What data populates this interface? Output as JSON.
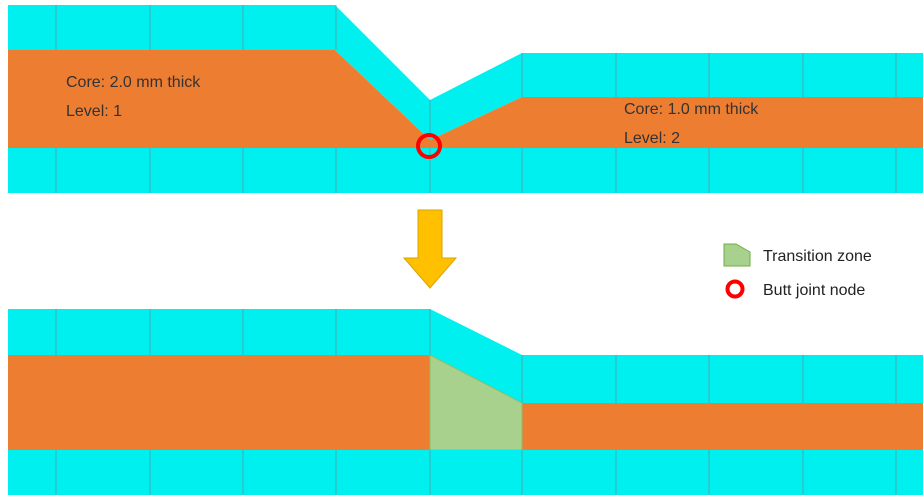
{
  "top_section": {
    "left_core": {
      "line1": "Core: 2.0 mm thick",
      "line2": "Level: 1"
    },
    "right_core": {
      "line1": "Core: 1.0 mm thick",
      "line2": "Level: 2"
    }
  },
  "legend": {
    "transition_zone": "Transition zone",
    "butt_joint_node": "Butt joint node"
  },
  "colors": {
    "skin": "#00f0f0",
    "core": "#ed7d31",
    "transition": "#a9d18e",
    "node_marker": "#ff0000",
    "arrow": "#ffc000"
  }
}
